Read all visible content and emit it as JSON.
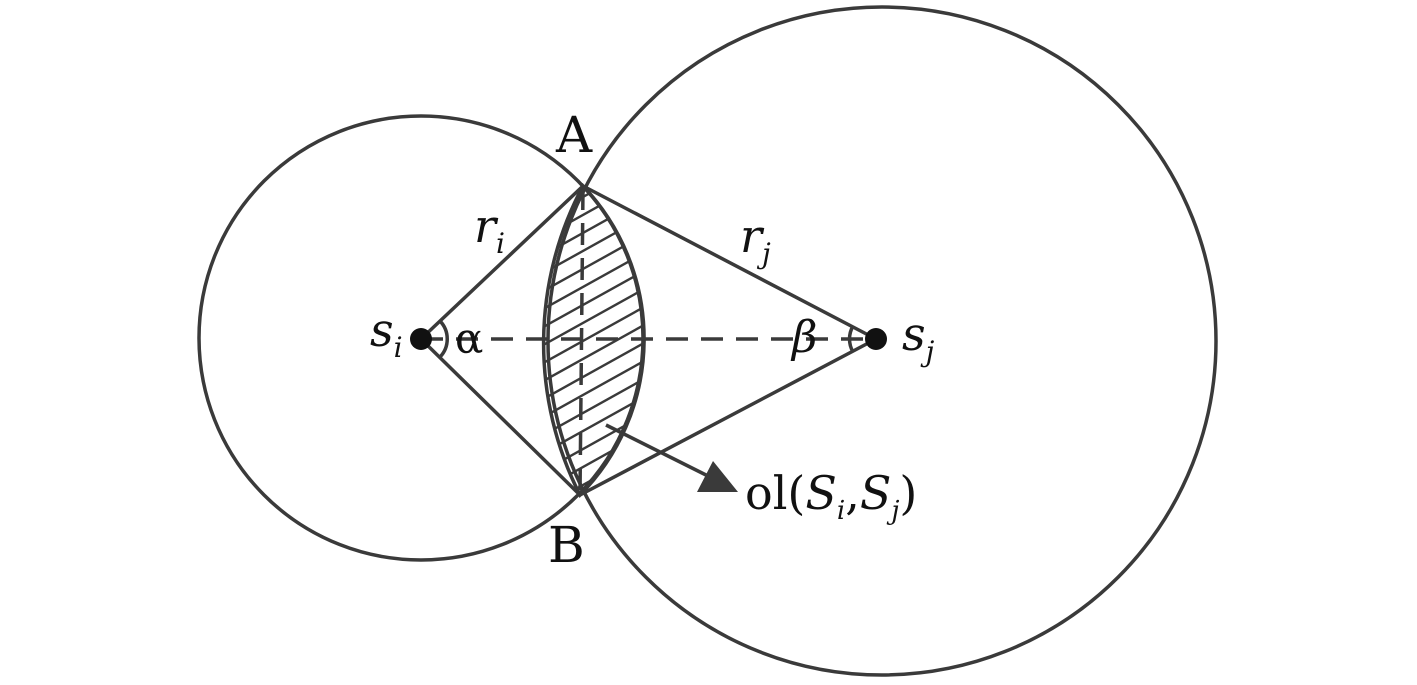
{
  "points": {
    "a": "A",
    "b": "B"
  },
  "centers": {
    "i": {
      "symbol": "s",
      "sub": "i"
    },
    "j": {
      "symbol": "s",
      "sub": "j"
    }
  },
  "radii": {
    "i": {
      "symbol": "r",
      "sub": "i"
    },
    "j": {
      "symbol": "r",
      "sub": "j"
    }
  },
  "angles": {
    "alpha": "α",
    "beta": "β"
  },
  "overlap": {
    "func": "ol(",
    "s1": "S",
    "sub1": "i",
    "comma": ",",
    "s2": "S",
    "sub2": "j",
    "close": ")"
  },
  "colors": {
    "stroke": "#3a3a3a",
    "text": "#111111",
    "background": "#ffffff"
  }
}
